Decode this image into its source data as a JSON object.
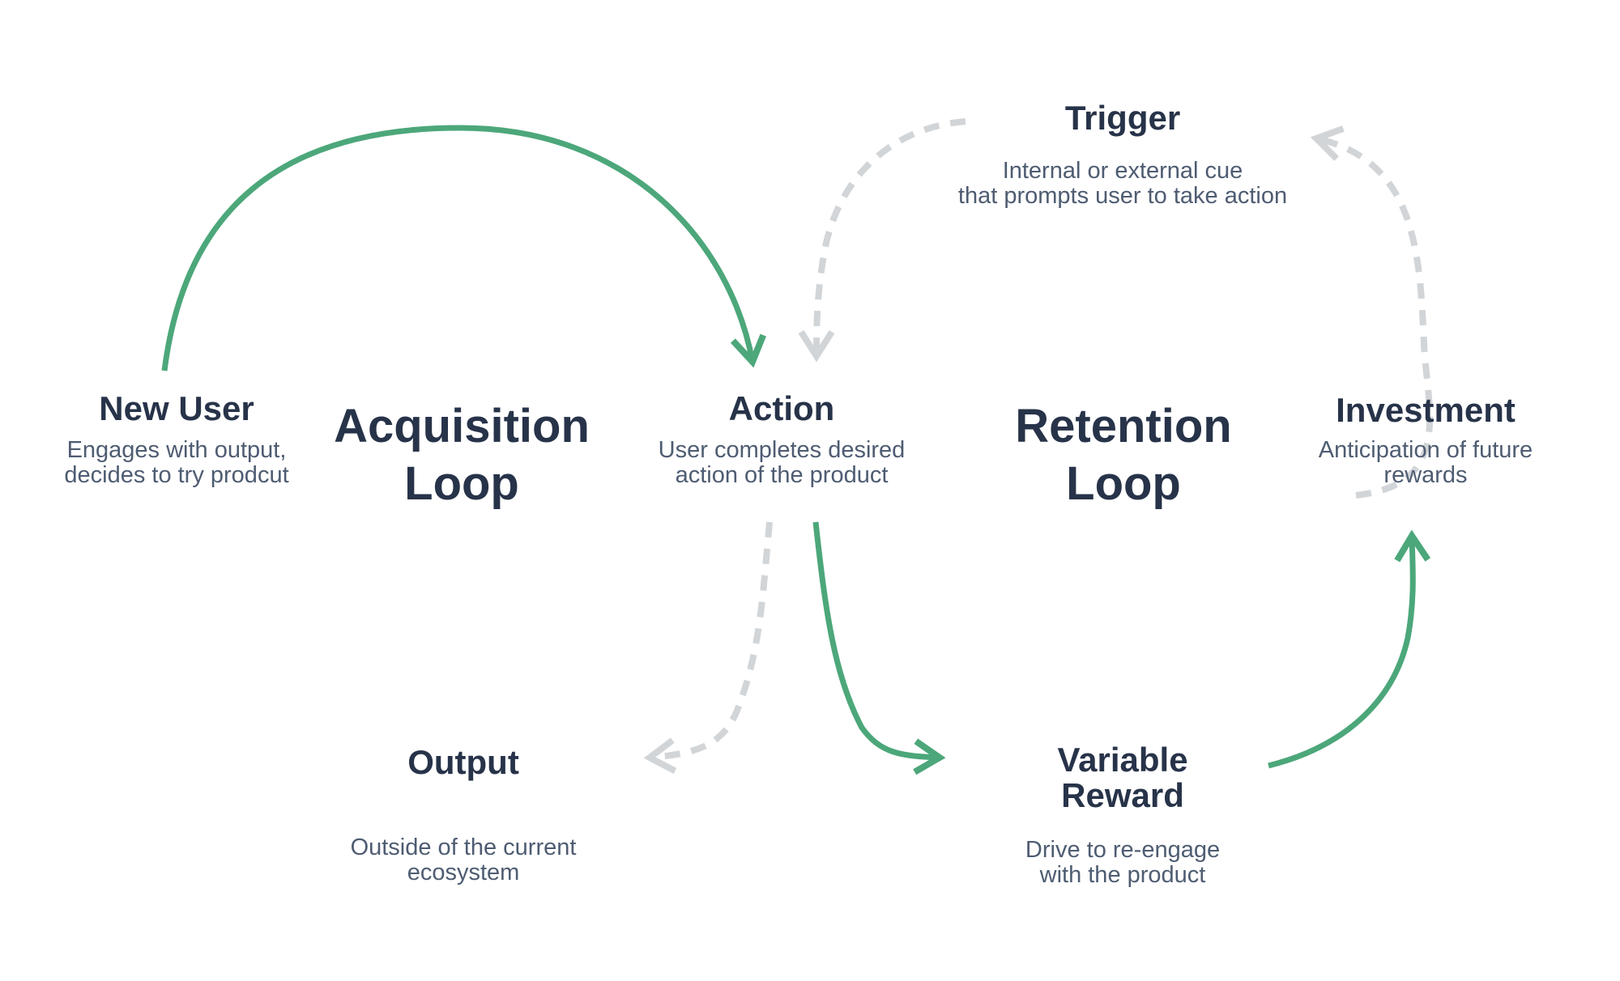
{
  "colors": {
    "background": "#ffffff",
    "heading": "#273349",
    "body_text": "#4e5c72",
    "arrow_green": "#4CA77A",
    "arrow_gray": "#d2d5d8"
  },
  "loops": [
    {
      "id": "acquisition-loop",
      "title_lines": [
        "Acquisition",
        "Loop"
      ]
    },
    {
      "id": "retention-loop",
      "title_lines": [
        "Retention",
        "Loop"
      ]
    }
  ],
  "nodes": [
    {
      "id": "new-user",
      "label": "New User",
      "desc_lines": [
        "Engages with output,",
        "decides to try prodcut"
      ]
    },
    {
      "id": "action",
      "label": "Action",
      "desc_lines": [
        "User completes desired",
        "action of the product"
      ]
    },
    {
      "id": "trigger",
      "label": "Trigger",
      "desc_lines": [
        "Internal or external cue",
        "that prompts user to take action"
      ]
    },
    {
      "id": "investment",
      "label": "Investment",
      "desc_lines": [
        "Anticipation of future",
        "rewards"
      ]
    },
    {
      "id": "output",
      "label": "Output",
      "desc_lines": [
        "Outside of the current",
        "ecosystem"
      ]
    },
    {
      "id": "variable-reward",
      "label_lines": [
        "Variable",
        "Reward"
      ],
      "desc_lines": [
        "Drive to re-engage",
        "with the product"
      ]
    }
  ],
  "arrows": [
    {
      "from": "new-user",
      "to": "action",
      "style": "solid-green"
    },
    {
      "from": "trigger",
      "to": "action",
      "style": "dashed-gray"
    },
    {
      "from": "action",
      "to": "output",
      "style": "dashed-gray"
    },
    {
      "from": "action",
      "to": "variable-reward",
      "style": "solid-green"
    },
    {
      "from": "variable-reward",
      "to": "investment",
      "style": "solid-green"
    },
    {
      "from": "investment",
      "to": "trigger",
      "style": "dashed-gray"
    }
  ]
}
